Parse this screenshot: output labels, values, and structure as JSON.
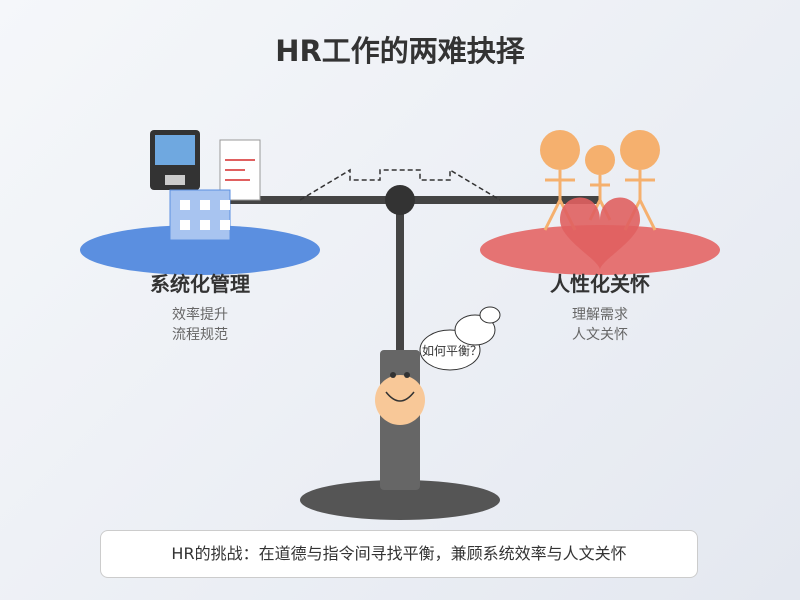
{
  "title": "HR工作的两难抉择",
  "left": {
    "heading": "系统化管理",
    "lines": [
      "效率提升",
      "流程规范"
    ]
  },
  "right": {
    "heading": "人性化关怀",
    "lines": [
      "理解需求",
      "人文关怀"
    ]
  },
  "thought": "如何平衡？",
  "footer": "HR的挑战：在道德与指令间寻找平衡，兼顾系统效率与人文关怀",
  "colors": {
    "left_pan": "#5b8fe0",
    "right_pan": "#e57373",
    "beam": "#444444",
    "person_skin": "#f8c898",
    "family": "#f5b06e",
    "heart": "#e06060",
    "building": "#a8c4f0"
  },
  "icons": [
    "device-icon",
    "document-icon",
    "building-icon",
    "family-icon",
    "heart-icon",
    "thought-bubble-icon",
    "person-icon"
  ]
}
